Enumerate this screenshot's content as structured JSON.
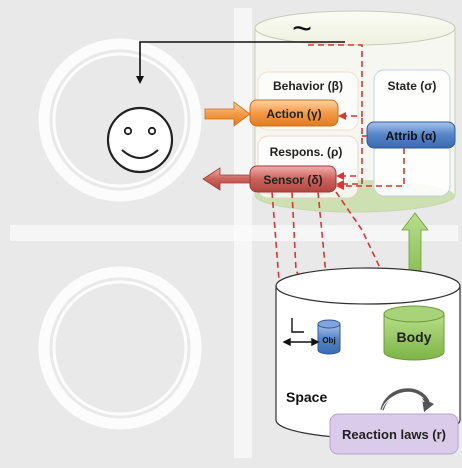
{
  "symbols": {
    "tilde": "~",
    "smiley": "☺"
  },
  "agent": {
    "behavior_label": "Behavior (β)",
    "action_label": "Action (γ)",
    "respons_label": "Respons. (ρ)",
    "sensor_label": "Sensor (δ)",
    "state_label": "State (σ)",
    "attrib_label": "Attrib (α)"
  },
  "space": {
    "label": "Space",
    "obj_label": "Obj",
    "body_label": "Body",
    "reaction_label": "Reaction laws (r)"
  },
  "colors": {
    "action": "#f0923a",
    "sensor": "#c65a55",
    "attrib": "#4f7fc0",
    "body": "#8bc35a",
    "obj": "#3d73c2",
    "reaction": "#d9cbe9",
    "dashed": "#d93535",
    "double_arrow": "#8cb84c"
  }
}
